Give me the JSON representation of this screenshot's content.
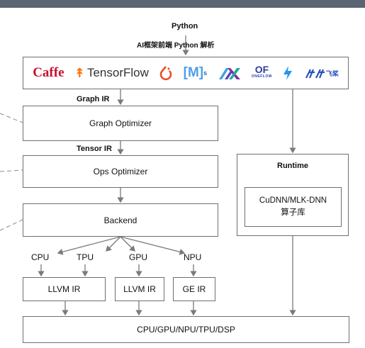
{
  "top_input": {
    "language": "Python",
    "frontend": "AI框架前端 Python 解析"
  },
  "frameworks": [
    {
      "name": "Caffe",
      "icon": "caffe-logo"
    },
    {
      "name": "TensorFlow",
      "icon": "tensorflow-logo"
    },
    {
      "name": "PyTorch",
      "icon": "pytorch-logo"
    },
    {
      "name": "MindSpore",
      "icon": "mindspore-logo"
    },
    {
      "name": "JAX",
      "icon": "jax-logo"
    },
    {
      "name": "OneFlow",
      "icon": "oneflow-logo"
    },
    {
      "name": "MegEngine",
      "icon": "megengine-logo"
    },
    {
      "name": "PaddlePaddle",
      "icon": "paddle-logo"
    }
  ],
  "logo_text": {
    "caffe": "Caffe",
    "tensorflow": "TensorFlow",
    "mindspore": "[M]",
    "mindspore_sup": "s",
    "oneflow": "OF",
    "oneflow_sub": "ONEFLOW",
    "paddle": "飞桨"
  },
  "pipeline": {
    "graph_ir_label": "Graph IR",
    "graph_optimizer": "Graph Optimizer",
    "tensor_ir_label": "Tensor IR",
    "ops_optimizer": "Ops Optimizer",
    "backend": "Backend"
  },
  "runtime": {
    "title": "Runtime",
    "library_line1": "CuDNN/MLK-DNN",
    "library_line2": "算子库"
  },
  "targets": [
    "CPU",
    "TPU",
    "GPU",
    "NPU"
  ],
  "ir_boxes": [
    "LLVM IR",
    "LLVM IR",
    "GE IR"
  ],
  "hardware": "CPU/GPU/NPU/TPU/DSP",
  "colors": {
    "header_bar": "#5a6472",
    "border": "#6f6f6f",
    "arrow": "#7a7a7a"
  }
}
